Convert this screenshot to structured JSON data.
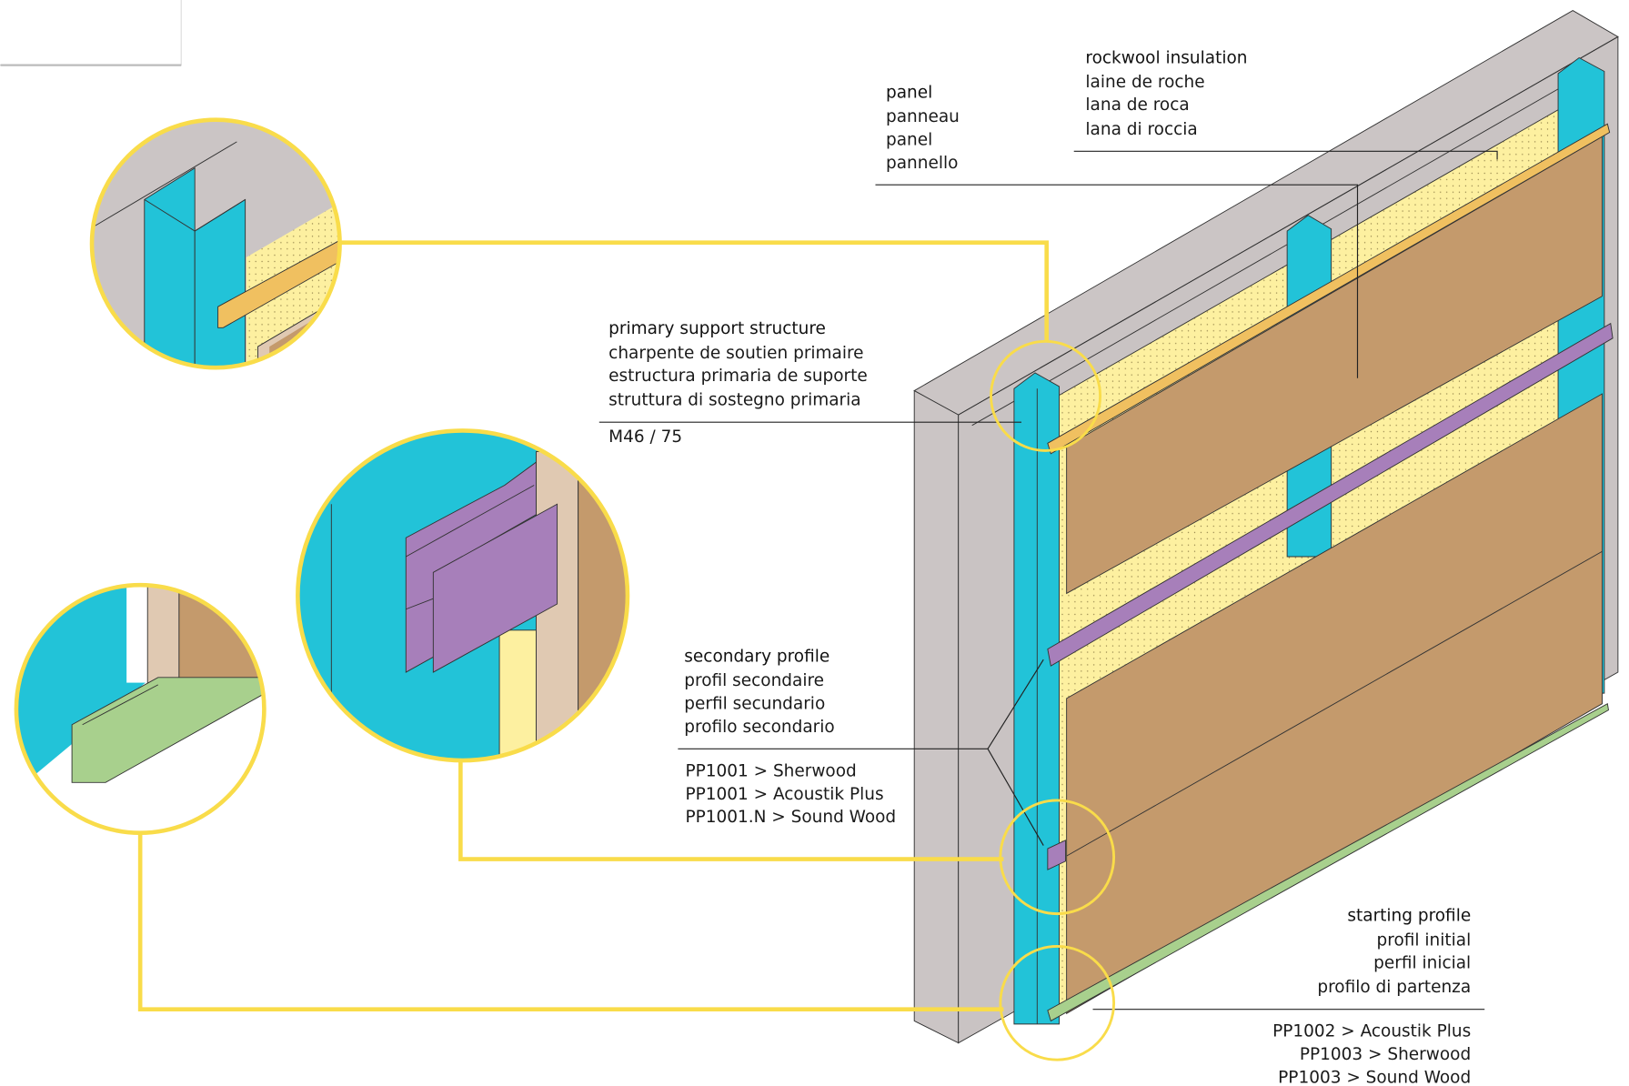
{
  "labels": {
    "rockwool": [
      "rockwool insulation",
      "laine de roche",
      "lana de roca",
      "lana di roccia"
    ],
    "panel": [
      "panel",
      "panneau",
      "panel",
      "pannello"
    ],
    "primary": [
      "primary support structure",
      "charpente de soutien primaire",
      "estructura primaria de suporte",
      "struttura di sostegno primaria"
    ],
    "primary_code": "M46 / 75",
    "secondary": [
      "secondary profile",
      "profil secondaire",
      "perfil secundario",
      "profilo secondario"
    ],
    "secondary_products": [
      "PP1001 > Sherwood",
      "PP1001 > Acoustik Plus",
      "PP1001.N > Sound Wood"
    ],
    "starting": [
      "starting profile",
      "profil initial",
      "perfil inicial",
      "profilo di partenza"
    ],
    "starting_products": [
      "PP1002 > Acoustik Plus",
      "PP1003 > Sherwood",
      "PP1003 > Sound Wood"
    ]
  },
  "colors": {
    "callout": "#f9dc4a",
    "wall": "#cbc5c5",
    "stud": "#22c3d8",
    "insulation": "#fdf0a0",
    "panel": "#c49a6c",
    "top_profile": "#f0c060",
    "secondary_profile": "#a77fba",
    "starting_profile": "#a8d08d"
  }
}
